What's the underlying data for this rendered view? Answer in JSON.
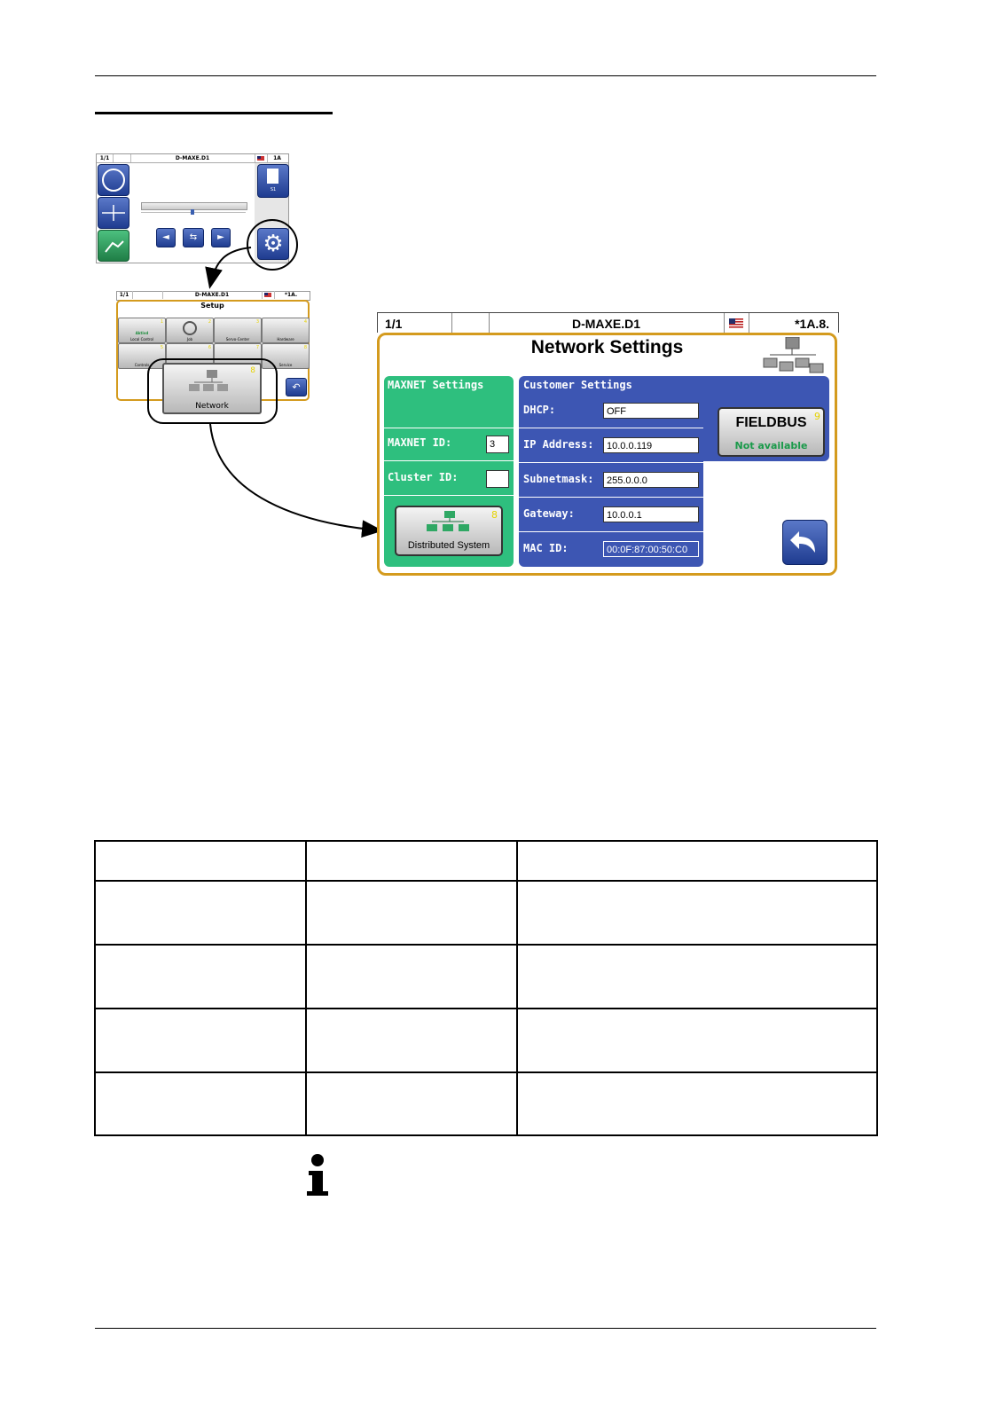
{
  "thumb1": {
    "page": "1/1",
    "device": "D-MAXE.D1",
    "rev": "1A",
    "side_label": "S1"
  },
  "thumb2": {
    "page": "1/1",
    "device": "D-MAXE.D1",
    "rev": "*1A.",
    "title": "Setup",
    "tiles": [
      {
        "label": "Local Control",
        "status": "Aktivd",
        "num": "1"
      },
      {
        "label": "Job",
        "num": "2"
      },
      {
        "label": "Servo-Center",
        "num": "3"
      },
      {
        "label": "Hardware",
        "num": "4"
      },
      {
        "label": "Controls",
        "num": "5"
      },
      {
        "label": "",
        "num": "6"
      },
      {
        "label": "",
        "num": "7"
      },
      {
        "label": "Service",
        "num": "8"
      }
    ],
    "network_label": "Network",
    "network_num": "8"
  },
  "screen": {
    "page": "1/1",
    "device": "D-MAXE.D1",
    "rev": "*1A.8.",
    "title": "Network Settings",
    "maxnet": {
      "header": "MAXNET Settings",
      "id_label": "MAXNET ID:",
      "id_value": "3",
      "cluster_label": "Cluster ID:",
      "cluster_value": "",
      "distributed_label": "Distributed System",
      "distributed_num": "8"
    },
    "customer": {
      "header": "Customer Settings",
      "dhcp_label": "DHCP:",
      "dhcp_value": "OFF",
      "ip_label": "IP Address:",
      "ip_value": "10.0.0.119",
      "subnet_label": "Subnetmask:",
      "subnet_value": "255.0.0.0",
      "gateway_label": "Gateway:",
      "gateway_value": "10.0.0.1",
      "mac_label": "MAC ID:",
      "mac_value": "00:0F:87:00:50:C0"
    },
    "fieldbus": {
      "label": "FIELDBUS",
      "status": "Not available",
      "num": "9"
    }
  },
  "colors": {
    "green_panel": "#2ebf7e",
    "blue_panel": "#3d56b3",
    "frame": "#d49b1e",
    "tile_number": "#e6d200"
  }
}
